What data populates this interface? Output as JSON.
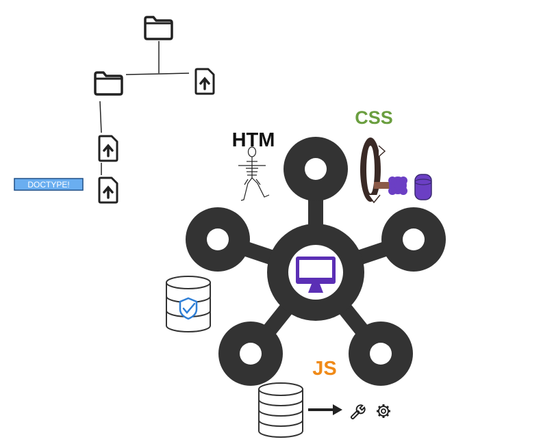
{
  "labels": {
    "html": "HTM",
    "css": "CSS",
    "js": "JS",
    "doctype": "DOCTYPE!"
  },
  "colors": {
    "hub": "#333333",
    "monitor": "#5b2fb5",
    "css_label": "#6a9e3f",
    "js_label": "#f08a18",
    "doctype_fill": "#6aaef0",
    "shield": "#2f7fd6",
    "bean": "#6b3fc4"
  },
  "icons": {
    "root_folder": "folder-icon",
    "sub_folder": "folder-icon",
    "upload_file_1": "file-upload-icon",
    "upload_file_2": "file-upload-icon",
    "upload_file_3": "file-upload-icon",
    "center": "monitor-icon",
    "secure_db": "database-shield-icon",
    "js_db": "database-icon",
    "tools": [
      "wrench-icon",
      "gear-icon"
    ]
  }
}
